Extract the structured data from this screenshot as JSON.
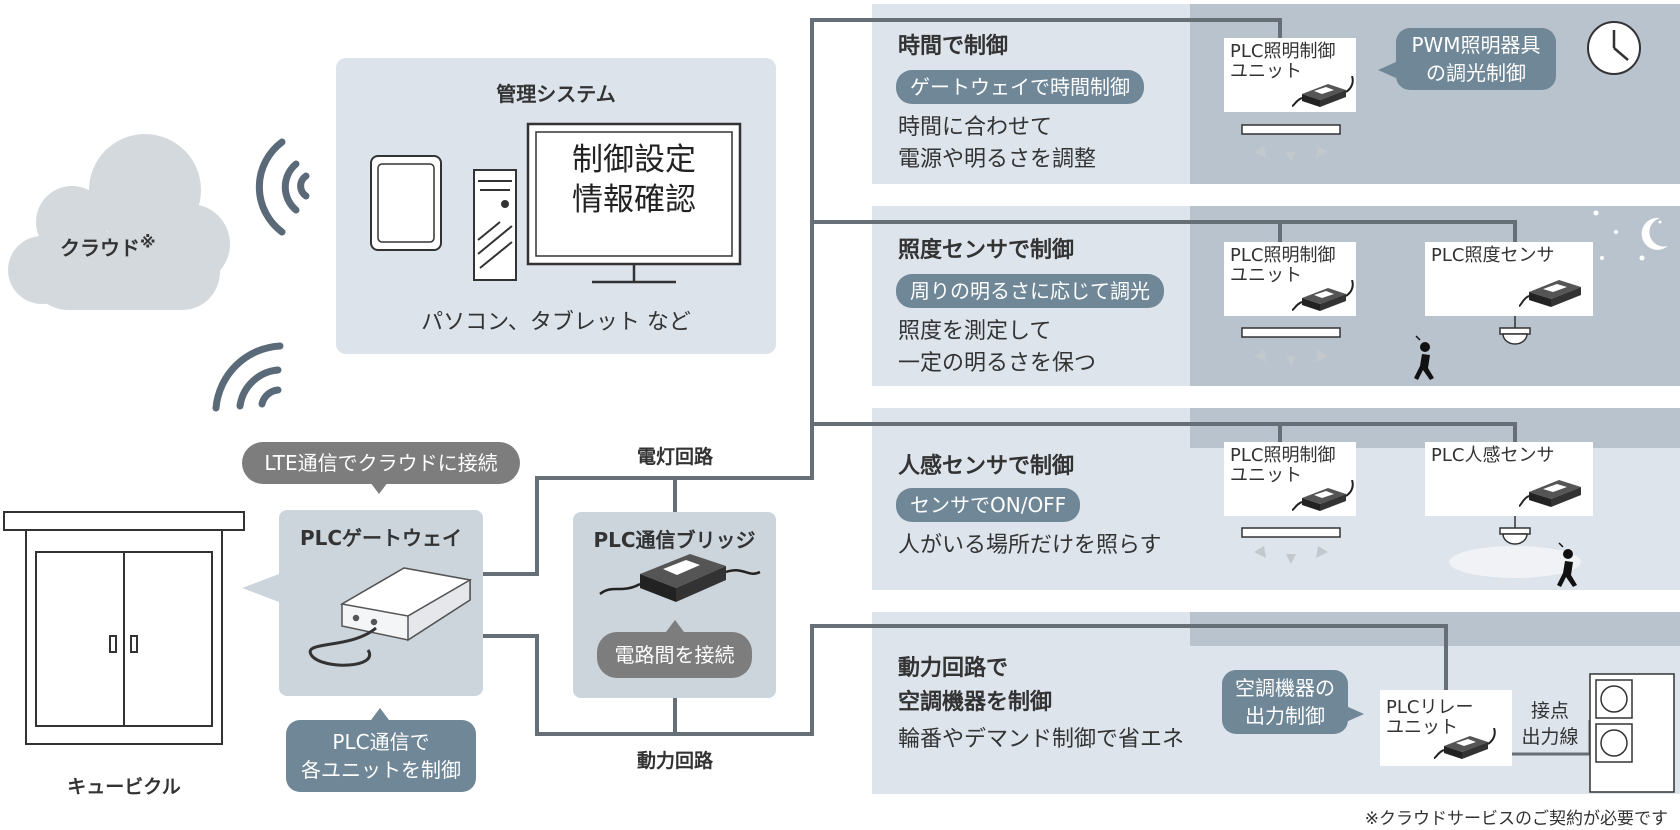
{
  "cloud": {
    "label": "クラウド",
    "mark": "※"
  },
  "management": {
    "title": "管理システム",
    "screen_line1": "制御設定",
    "screen_line2": "情報確認",
    "devices_label": "パソコン、タブレット など"
  },
  "cubicle": {
    "label": "キュービクル"
  },
  "gateway": {
    "title": "PLCゲートウェイ",
    "lte_bubble": "LTE通信でクラウドに接続",
    "plc_bubble": "PLC通信で\n各ユニットを制御"
  },
  "bridge": {
    "title": "PLC通信ブリッジ",
    "bubble": "電路間を接続"
  },
  "lines": {
    "lighting_circuit": "電灯回路",
    "power_circuit": "動力回路"
  },
  "sections": {
    "time": {
      "title": "時間で制御",
      "pill": "ゲートウェイで時間制御",
      "desc": "時間に合わせて\n電源や明るさを調整",
      "unit_label": "PLC照明制御\nユニット",
      "bubble": "PWM照明器具\nの調光制御"
    },
    "illuminance": {
      "title": "照度センサで制御",
      "pill": "周りの明るさに応じて調光",
      "desc": "照度を測定して\n一定の明るさを保つ",
      "unit_label": "PLC照明制御\nユニット",
      "sensor_label": "PLC照度センサ"
    },
    "motion": {
      "title": "人感センサで制御",
      "pill": "センサでON/OFF",
      "desc": "人がいる場所だけを照らす",
      "unit_label": "PLC照明制御\nユニット",
      "sensor_label": "PLC人感センサ"
    },
    "power": {
      "title_line1": "動力回路で",
      "title_line2": "空調機器を制御",
      "desc": "輪番やデマンド制御で省エネ",
      "bubble": "空調機器の\n出力制御",
      "relay_label": "PLCリレー\nユニット",
      "contact_label": "接点\n出力線"
    }
  },
  "footnote": "※クラウドサービスのご契約が必要です",
  "colors": {
    "panel": "#dde4ec",
    "dark_zone": "#b9c3ce",
    "pill": "#6f8797",
    "line": "#666e76",
    "gray_bubble": "#7d7d7d",
    "cloud": "#d4d9de",
    "wifi": "#5b6a78"
  }
}
